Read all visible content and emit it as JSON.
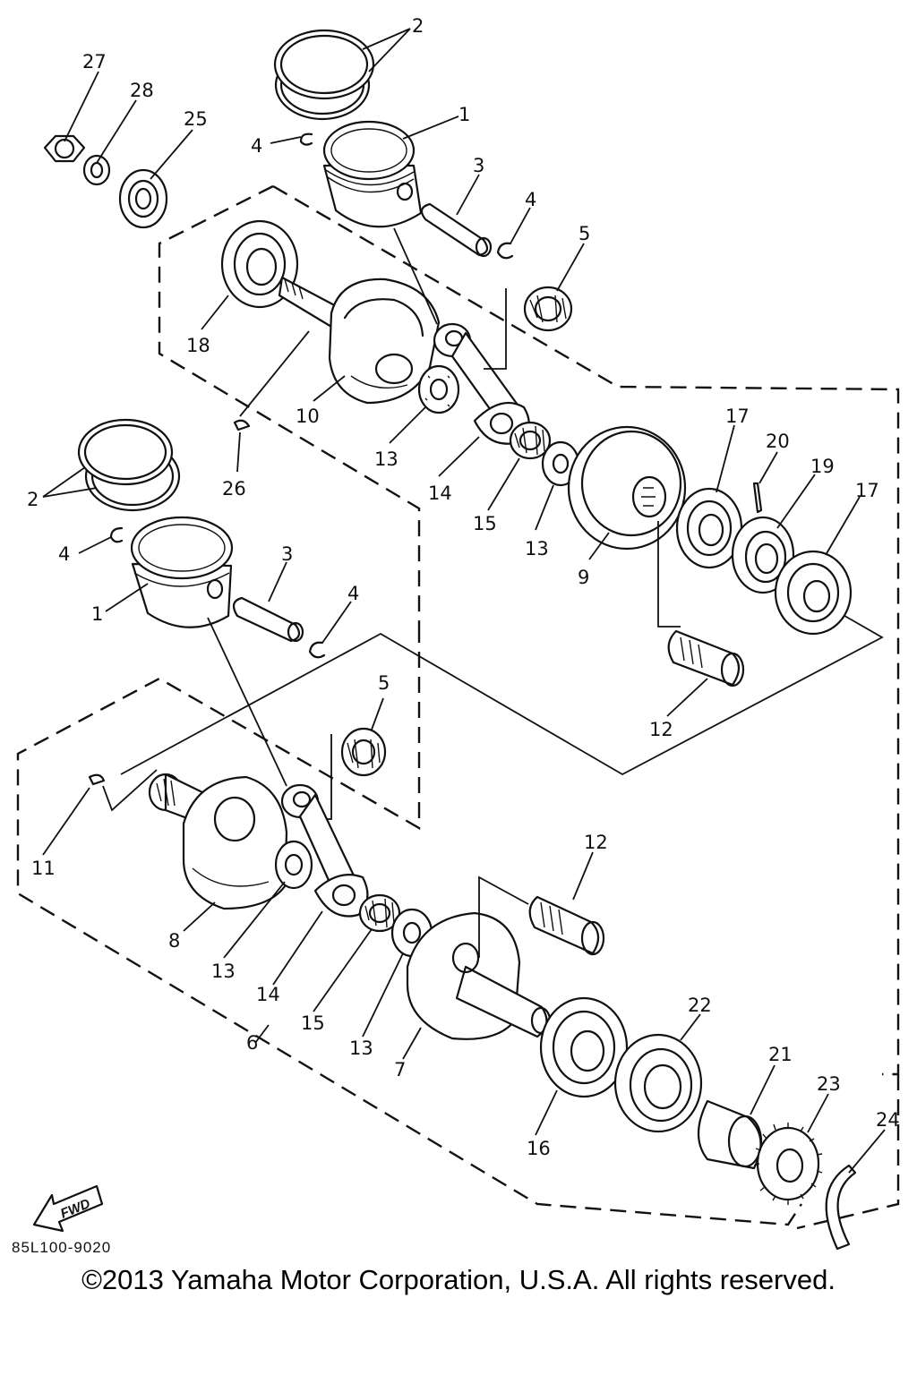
{
  "diagram": {
    "code": "85L100-9020",
    "fwd_label": "FWD",
    "copyright": "©2013 Yamaha Motor Corporation, U.S.A. All rights reserved.",
    "callouts": [
      {
        "id": "c1",
        "label": "2"
      },
      {
        "id": "c2",
        "label": "27"
      },
      {
        "id": "c3",
        "label": "28"
      },
      {
        "id": "c4",
        "label": "25"
      },
      {
        "id": "c5",
        "label": "4"
      },
      {
        "id": "c6",
        "label": "1"
      },
      {
        "id": "c7",
        "label": "3"
      },
      {
        "id": "c8",
        "label": "4"
      },
      {
        "id": "c9",
        "label": "5"
      },
      {
        "id": "c10",
        "label": "18"
      },
      {
        "id": "c11",
        "label": "10"
      },
      {
        "id": "c12",
        "label": "13"
      },
      {
        "id": "c13",
        "label": "26"
      },
      {
        "id": "c14",
        "label": "14"
      },
      {
        "id": "c15",
        "label": "15"
      },
      {
        "id": "c16",
        "label": "13"
      },
      {
        "id": "c17",
        "label": "9"
      },
      {
        "id": "c18",
        "label": "17"
      },
      {
        "id": "c19",
        "label": "20"
      },
      {
        "id": "c20",
        "label": "19"
      },
      {
        "id": "c21",
        "label": "17"
      },
      {
        "id": "c22",
        "label": "2"
      },
      {
        "id": "c23",
        "label": "4"
      },
      {
        "id": "c24",
        "label": "1"
      },
      {
        "id": "c25",
        "label": "3"
      },
      {
        "id": "c26",
        "label": "4"
      },
      {
        "id": "c27",
        "label": "12"
      },
      {
        "id": "c28",
        "label": "5"
      },
      {
        "id": "c29",
        "label": "11"
      },
      {
        "id": "c30",
        "label": "12"
      },
      {
        "id": "c31",
        "label": "8"
      },
      {
        "id": "c32",
        "label": "13"
      },
      {
        "id": "c33",
        "label": "14"
      },
      {
        "id": "c34",
        "label": "15"
      },
      {
        "id": "c35",
        "label": "13"
      },
      {
        "id": "c36",
        "label": "7"
      },
      {
        "id": "c37",
        "label": "22"
      },
      {
        "id": "c38",
        "label": "21"
      },
      {
        "id": "c39",
        "label": "23"
      },
      {
        "id": "c40",
        "label": "24"
      },
      {
        "id": "c41",
        "label": "16"
      },
      {
        "id": "c42",
        "label": "6"
      }
    ]
  }
}
